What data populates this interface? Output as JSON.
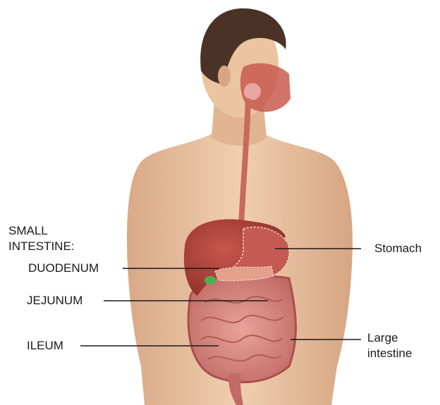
{
  "labels": {
    "small_intestine_line1": "SMALL",
    "small_intestine_line2": "INTESTINE:",
    "duodenum": "DUODENUM",
    "jejunum": "JEJUNUM",
    "ileum": "ILEUM",
    "stomach": "Stomach",
    "large_intestine_line1": "Large",
    "large_intestine_line2": "intestine"
  },
  "colors": {
    "skin": "#e8bf9b",
    "hair": "#4a3326",
    "organ_red": "#b5473f",
    "intestine": "#d98b86",
    "gallbladder": "#4caf50",
    "leader_line": "#1a1a1a"
  }
}
